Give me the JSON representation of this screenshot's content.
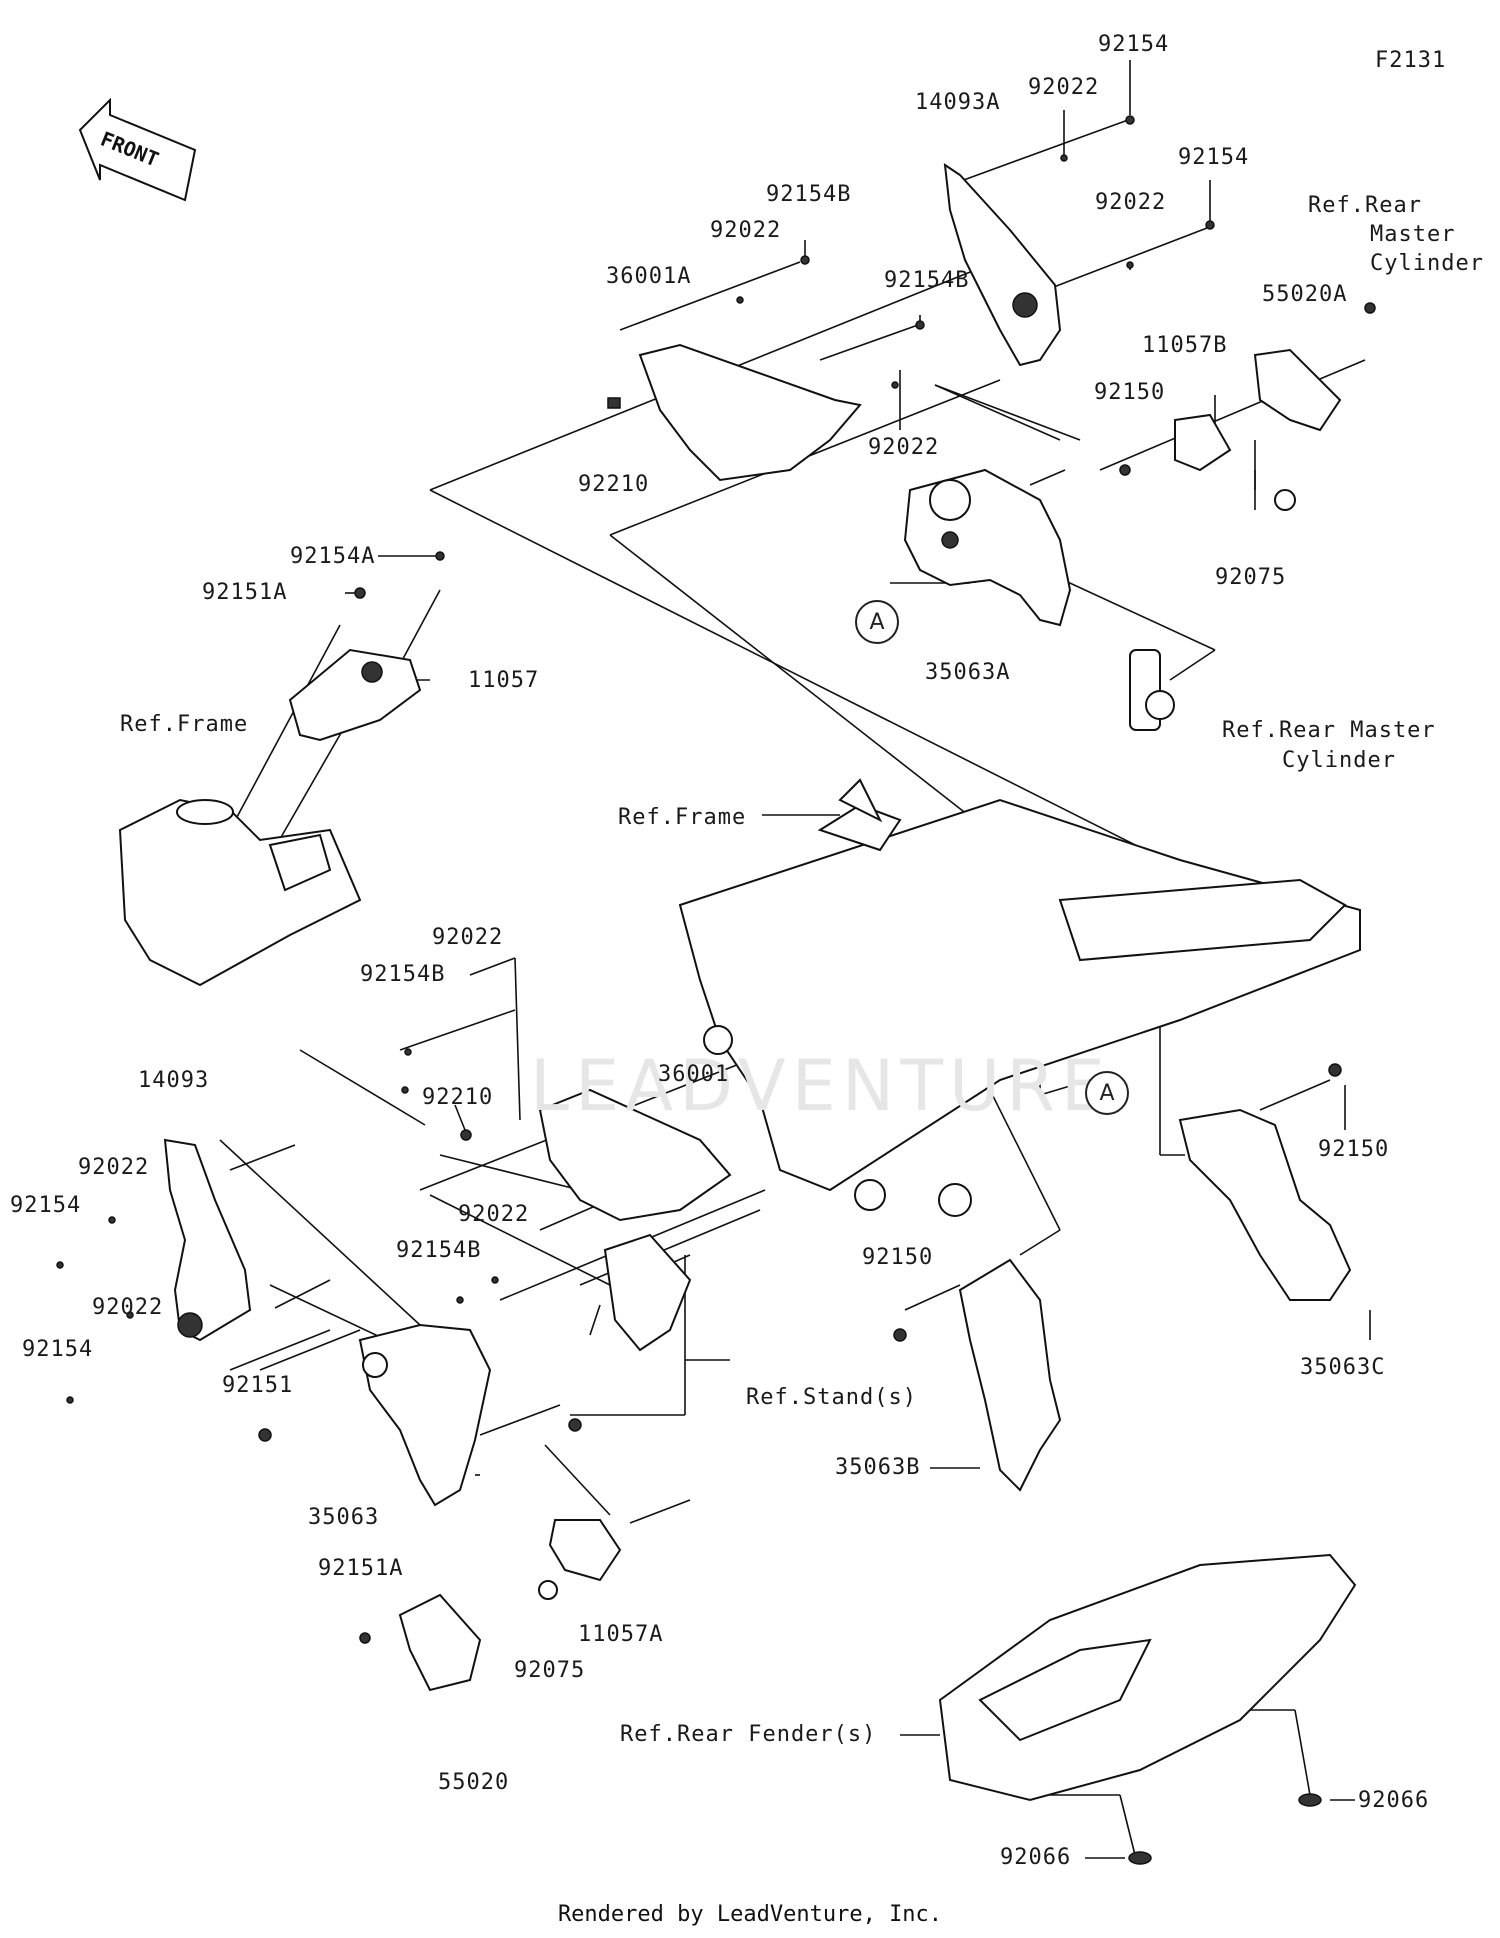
{
  "diagram_code": "F2131",
  "front_label": "FRONT",
  "footer": "Rendered by LeadVenture, Inc.",
  "watermark": "LEADVENTURE",
  "callout_A": "A",
  "labels": {
    "p92154_top": "92154",
    "p92022_top": "92022",
    "p14093A": "14093A",
    "p92154_r": "92154",
    "p92022_r": "92022",
    "p92154B_top": "92154B",
    "p92022_a": "92022",
    "p36001A": "36001A",
    "p92154B_b": "92154B",
    "p92022_b": "92022",
    "p92210_top": "92210",
    "ref_rear_mc_1": "Ref.Rear",
    "ref_rear_mc_2": "Master",
    "ref_rear_mc_3": "Cylinder",
    "p55020A": "55020A",
    "p11057B": "11057B",
    "p92150_top": "92150",
    "p92075_top": "92075",
    "p35063A": "35063A",
    "ref_rear_mc_b1": "Ref.Rear Master",
    "ref_rear_mc_b2": "Cylinder",
    "p92154A": "92154A",
    "p92151A_top": "92151A",
    "p11057": "11057",
    "ref_frame_left": "Ref.Frame",
    "ref_frame_mid": "Ref.Frame",
    "p92022_m": "92022",
    "p92154B_m": "92154B",
    "p92210_m": "92210",
    "p36001": "36001",
    "p14093": "14093",
    "p92022_l1": "92022",
    "p92154_l1": "92154",
    "p92022_l2": "92022",
    "p92154_l2": "92154",
    "p92022_m2": "92022",
    "p92154B_m2": "92154B",
    "p92151": "92151",
    "p35063": "35063",
    "p92150_mid": "92150",
    "ref_stands": "Ref.Stand(s)",
    "p35063B": "35063B",
    "p92150_r": "92150",
    "p35063C": "35063C",
    "p92151A_b": "92151A",
    "p11057A": "11057A",
    "p92075_b": "92075",
    "p55020": "55020",
    "ref_rear_fender": "Ref.Rear Fender(s)",
    "p92066_r": "92066",
    "p92066_b": "92066"
  }
}
